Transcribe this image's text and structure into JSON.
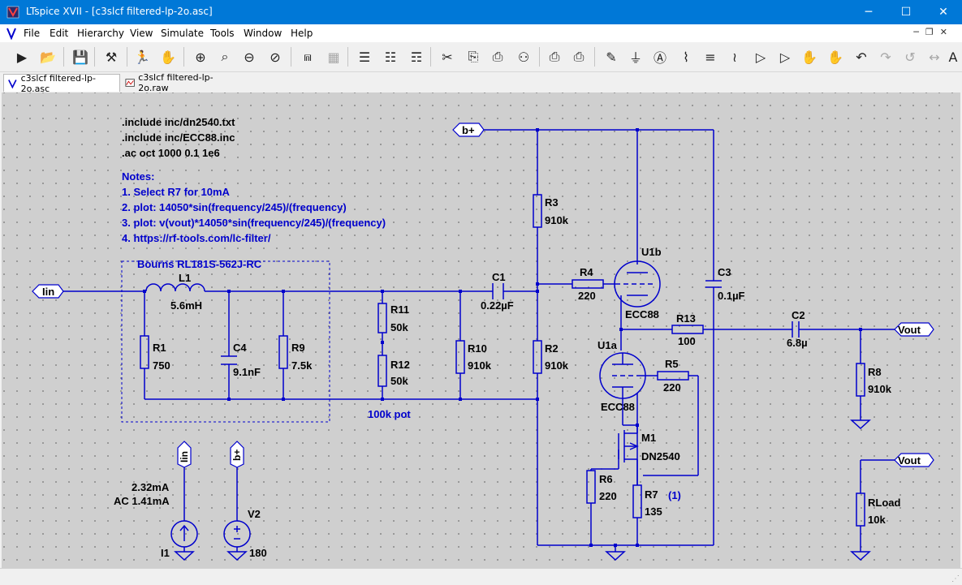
{
  "window": {
    "title": "LTspice XVII - [c3slcf filtered-lp-2o.asc]"
  },
  "menu": [
    "File",
    "Edit",
    "Hierarchy",
    "View",
    "Simulate",
    "Tools",
    "Window",
    "Help"
  ],
  "tabs": [
    {
      "label": "c3slcf filtered-lp-2o.asc",
      "icon": "schematic-icon",
      "active": true
    },
    {
      "label": "c3slcf filtered-lp-2o.raw",
      "icon": "waveform-icon",
      "active": false
    }
  ],
  "schematic": {
    "directives": [
      ".include inc/dn2540.txt",
      ".include inc/ECC88.inc",
      ".ac oct 1000 0.1 1e6"
    ],
    "notes": [
      "Notes:",
      "1. Select R7 for 10mA",
      "2. plot: 14050*sin(frequency/245)/(frequency)",
      "3. plot: v(vout)*14050*sin(frequency/245)/(frequency)",
      "4. https://rf-tools.com/lc-filter/"
    ],
    "box_label": "Bourns RL181S-562J-RC",
    "pot_label": "100k pot",
    "labels": {
      "iin": "Iin",
      "bplus": "b+",
      "vout": "Vout"
    },
    "components": {
      "L1": {
        "name": "L1",
        "value": "5.6mH"
      },
      "R1": {
        "name": "R1",
        "value": "750"
      },
      "C4": {
        "name": "C4",
        "value": "9.1nF"
      },
      "R9": {
        "name": "R9",
        "value": "7.5k"
      },
      "R11": {
        "name": "R11",
        "value": "50k"
      },
      "R12": {
        "name": "R12",
        "value": "50k"
      },
      "R10": {
        "name": "R10",
        "value": "910k"
      },
      "C1": {
        "name": "C1",
        "value": "0.22µF"
      },
      "R3": {
        "name": "R3",
        "value": "910k"
      },
      "R2": {
        "name": "R2",
        "value": "910k"
      },
      "R4": {
        "name": "R4",
        "value": "220"
      },
      "U1b": {
        "name": "U1b",
        "value": "ECC88"
      },
      "U1a": {
        "name": "U1a",
        "value": "ECC88"
      },
      "C3": {
        "name": "C3",
        "value": "0.1µF"
      },
      "R13": {
        "name": "R13",
        "value": "100"
      },
      "C2": {
        "name": "C2",
        "value": "6.8µ"
      },
      "R8": {
        "name": "R8",
        "value": "910k"
      },
      "R5": {
        "name": "R5",
        "value": "220"
      },
      "M1": {
        "name": "M1",
        "value": "DN2540"
      },
      "R6": {
        "name": "R6",
        "value": "220"
      },
      "R7": {
        "name": "R7",
        "value": "135",
        "note": "(1)"
      },
      "RLoad": {
        "name": "RLoad",
        "value": "10k"
      },
      "I1": {
        "name": "I1",
        "value_line1": "2.32mA",
        "value_line2": "AC 1.41mA"
      },
      "V2": {
        "name": "V2",
        "value": "180"
      }
    }
  },
  "colors": {
    "wire": "#0000cc",
    "canvas": "#cfcfcf",
    "titlebar": "#0078d7",
    "text": "#000000",
    "notes": "#0000cc"
  }
}
